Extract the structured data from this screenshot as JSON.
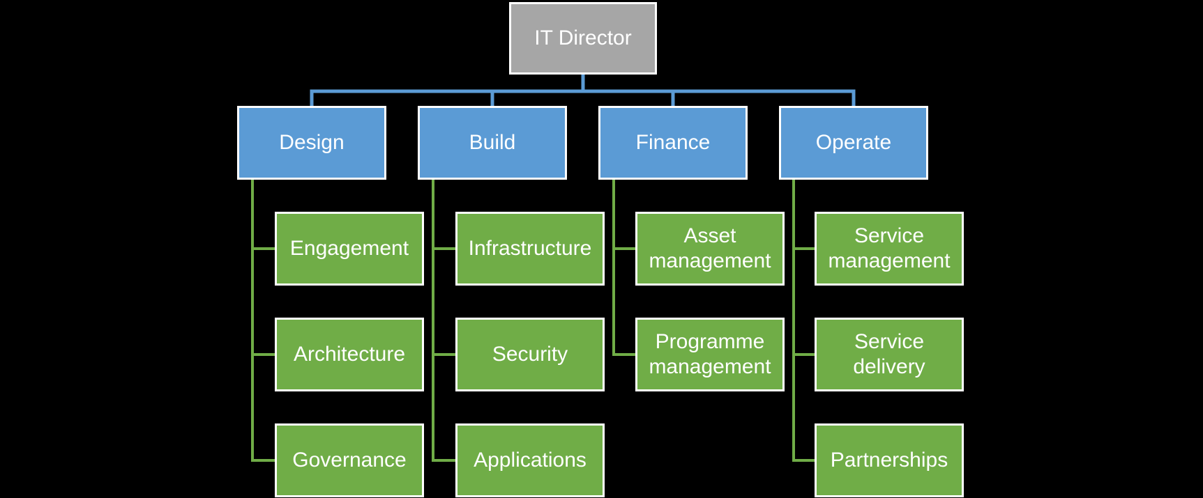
{
  "colors": {
    "background": "#000000",
    "root_fill": "#a6a6a6",
    "level1_fill": "#5b9bd5",
    "level2_fill": "#70ad47",
    "connector_blue": "#5b9bd5",
    "connector_green": "#70ad47",
    "border": "#ffffff",
    "text": "#ffffff"
  },
  "org": {
    "root": {
      "label": "IT Director"
    },
    "children": [
      {
        "label": "Design",
        "children": [
          {
            "label": "Engagement"
          },
          {
            "label": "Architecture"
          },
          {
            "label": "Governance"
          }
        ]
      },
      {
        "label": "Build",
        "children": [
          {
            "label": "Infrastructure"
          },
          {
            "label": "Security"
          },
          {
            "label": "Applications"
          }
        ]
      },
      {
        "label": "Finance",
        "children": [
          {
            "label": "Asset management"
          },
          {
            "label": "Programme management"
          }
        ]
      },
      {
        "label": "Operate",
        "children": [
          {
            "label": "Service management"
          },
          {
            "label": "Service delivery"
          },
          {
            "label": "Partnerships"
          }
        ]
      }
    ]
  }
}
